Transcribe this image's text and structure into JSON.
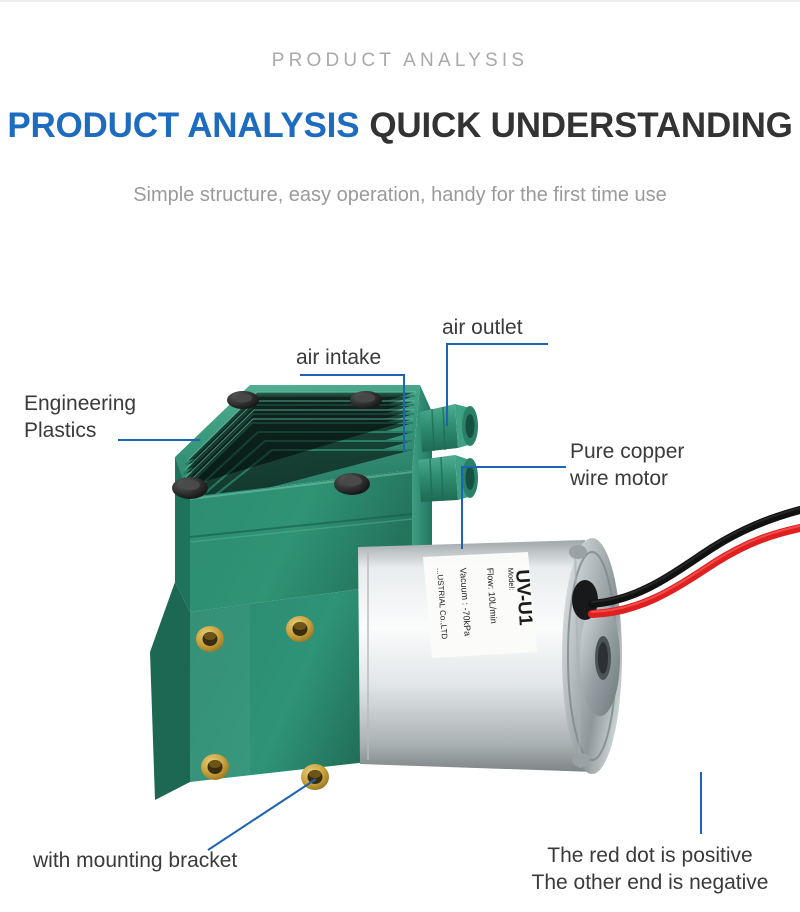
{
  "header": {
    "eyebrow": "PRODUCT ANALYSIS",
    "headline_blue": "PRODUCT ANALYSIS",
    "headline_dark": "QUICK UNDERSTANDING",
    "subtitle": "Simple structure, easy operation, handy for the first time use",
    "accent_blue": "#1d6cc0",
    "eyebrow_color": "#a9a9a9",
    "dark_color": "#333333",
    "subtitle_color": "#9a9a9a"
  },
  "annotations": [
    {
      "id": "engineering-plastics",
      "line1": "Engineering",
      "line2": "Plastics"
    },
    {
      "id": "air-intake",
      "label": "air intake"
    },
    {
      "id": "air-outlet",
      "label": "air outlet"
    },
    {
      "id": "pure-copper-wire-motor",
      "line1": "Pure copper",
      "line2": "wire motor"
    },
    {
      "id": "mounting-bracket",
      "label": "with mounting bracket"
    },
    {
      "id": "polarity",
      "line1": "The red dot is positive",
      "line2": "The other end is negative"
    }
  ],
  "leader_color": "#1f63b4",
  "product": {
    "name": "diaphragm-vacuum-pump",
    "motor_label": {
      "model": "Model: UV-U1",
      "flow": "Flow: 10L/min",
      "vacuum": "Vacuum : -70kPa",
      "company": "...USTRIAL Co.,LTD"
    },
    "colors": {
      "pump_green": "#2f8f72",
      "pump_green_light": "#45a88a",
      "pump_green_dark": "#1f6c55",
      "brass": "#c9a33d",
      "motor_silver": "#d8dcdd",
      "wire_red": "#e02020",
      "wire_black": "#141414"
    }
  }
}
